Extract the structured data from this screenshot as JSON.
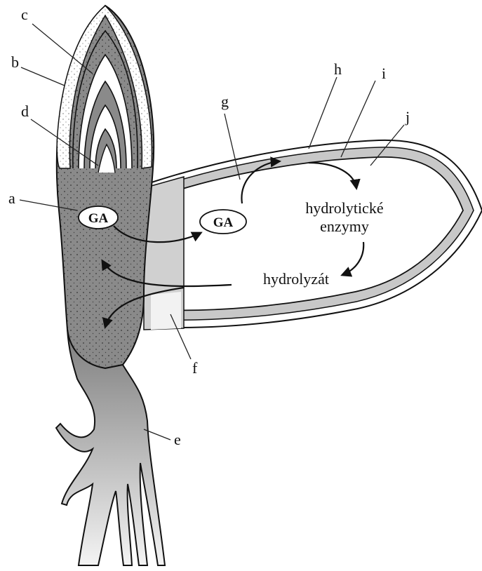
{
  "labels": {
    "a": "a",
    "b": "b",
    "c": "c",
    "d": "d",
    "e": "e",
    "f": "f",
    "g": "g",
    "h": "h",
    "i": "i",
    "j": "j"
  },
  "hormone": {
    "embryo_label": "GA",
    "aleurone_label": "GA"
  },
  "texts": {
    "enzymes_line1": "hydrolytické",
    "enzymes_line2": "enzymy",
    "hydrolysate": "hydrolyzát"
  }
}
